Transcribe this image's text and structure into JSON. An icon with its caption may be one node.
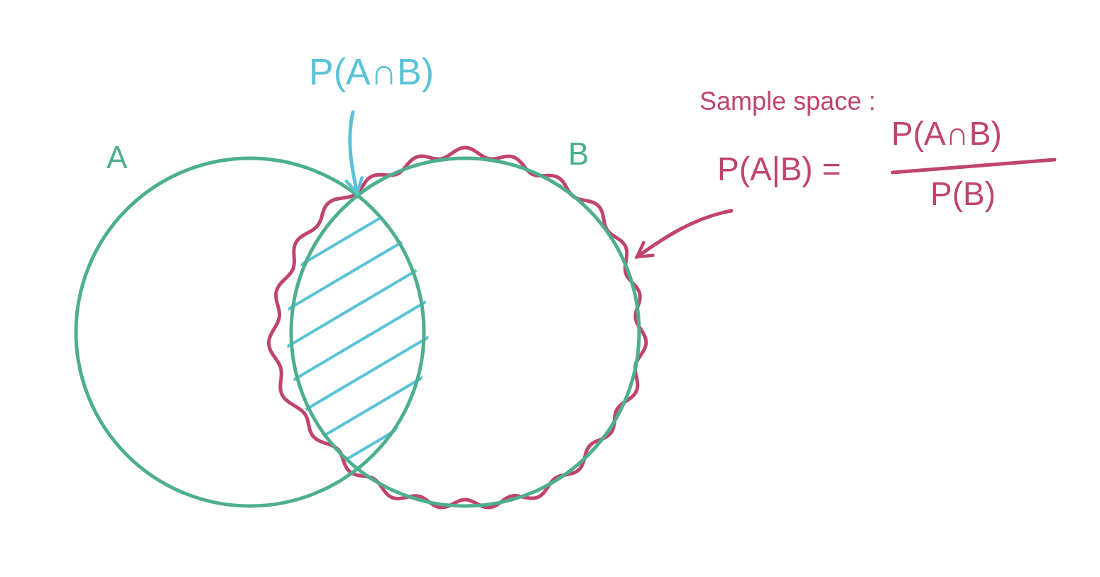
{
  "diagram": {
    "nodes": [
      {
        "text": [
          "A"
        ]
      },
      {
        "text": [
          "B"
        ]
      },
      {
        "text": [
          "P(A∩B)"
        ]
      },
      {
        "text": [],
        "shape": "lens"
      },
      {
        "text": [
          "Sample space :",
          "P(A|B) =",
          "P(A∩B)",
          "P(B)"
        ]
      },
      {
        "text": [],
        "shape": "outline"
      }
    ],
    "edges": [
      {
        "from": 2,
        "to": 3,
        "arrow": "to",
        "color": "#5bc3d6"
      },
      {
        "from": 4,
        "to": 5,
        "arrow": "to",
        "color": "#c0446e"
      }
    ]
  }
}
